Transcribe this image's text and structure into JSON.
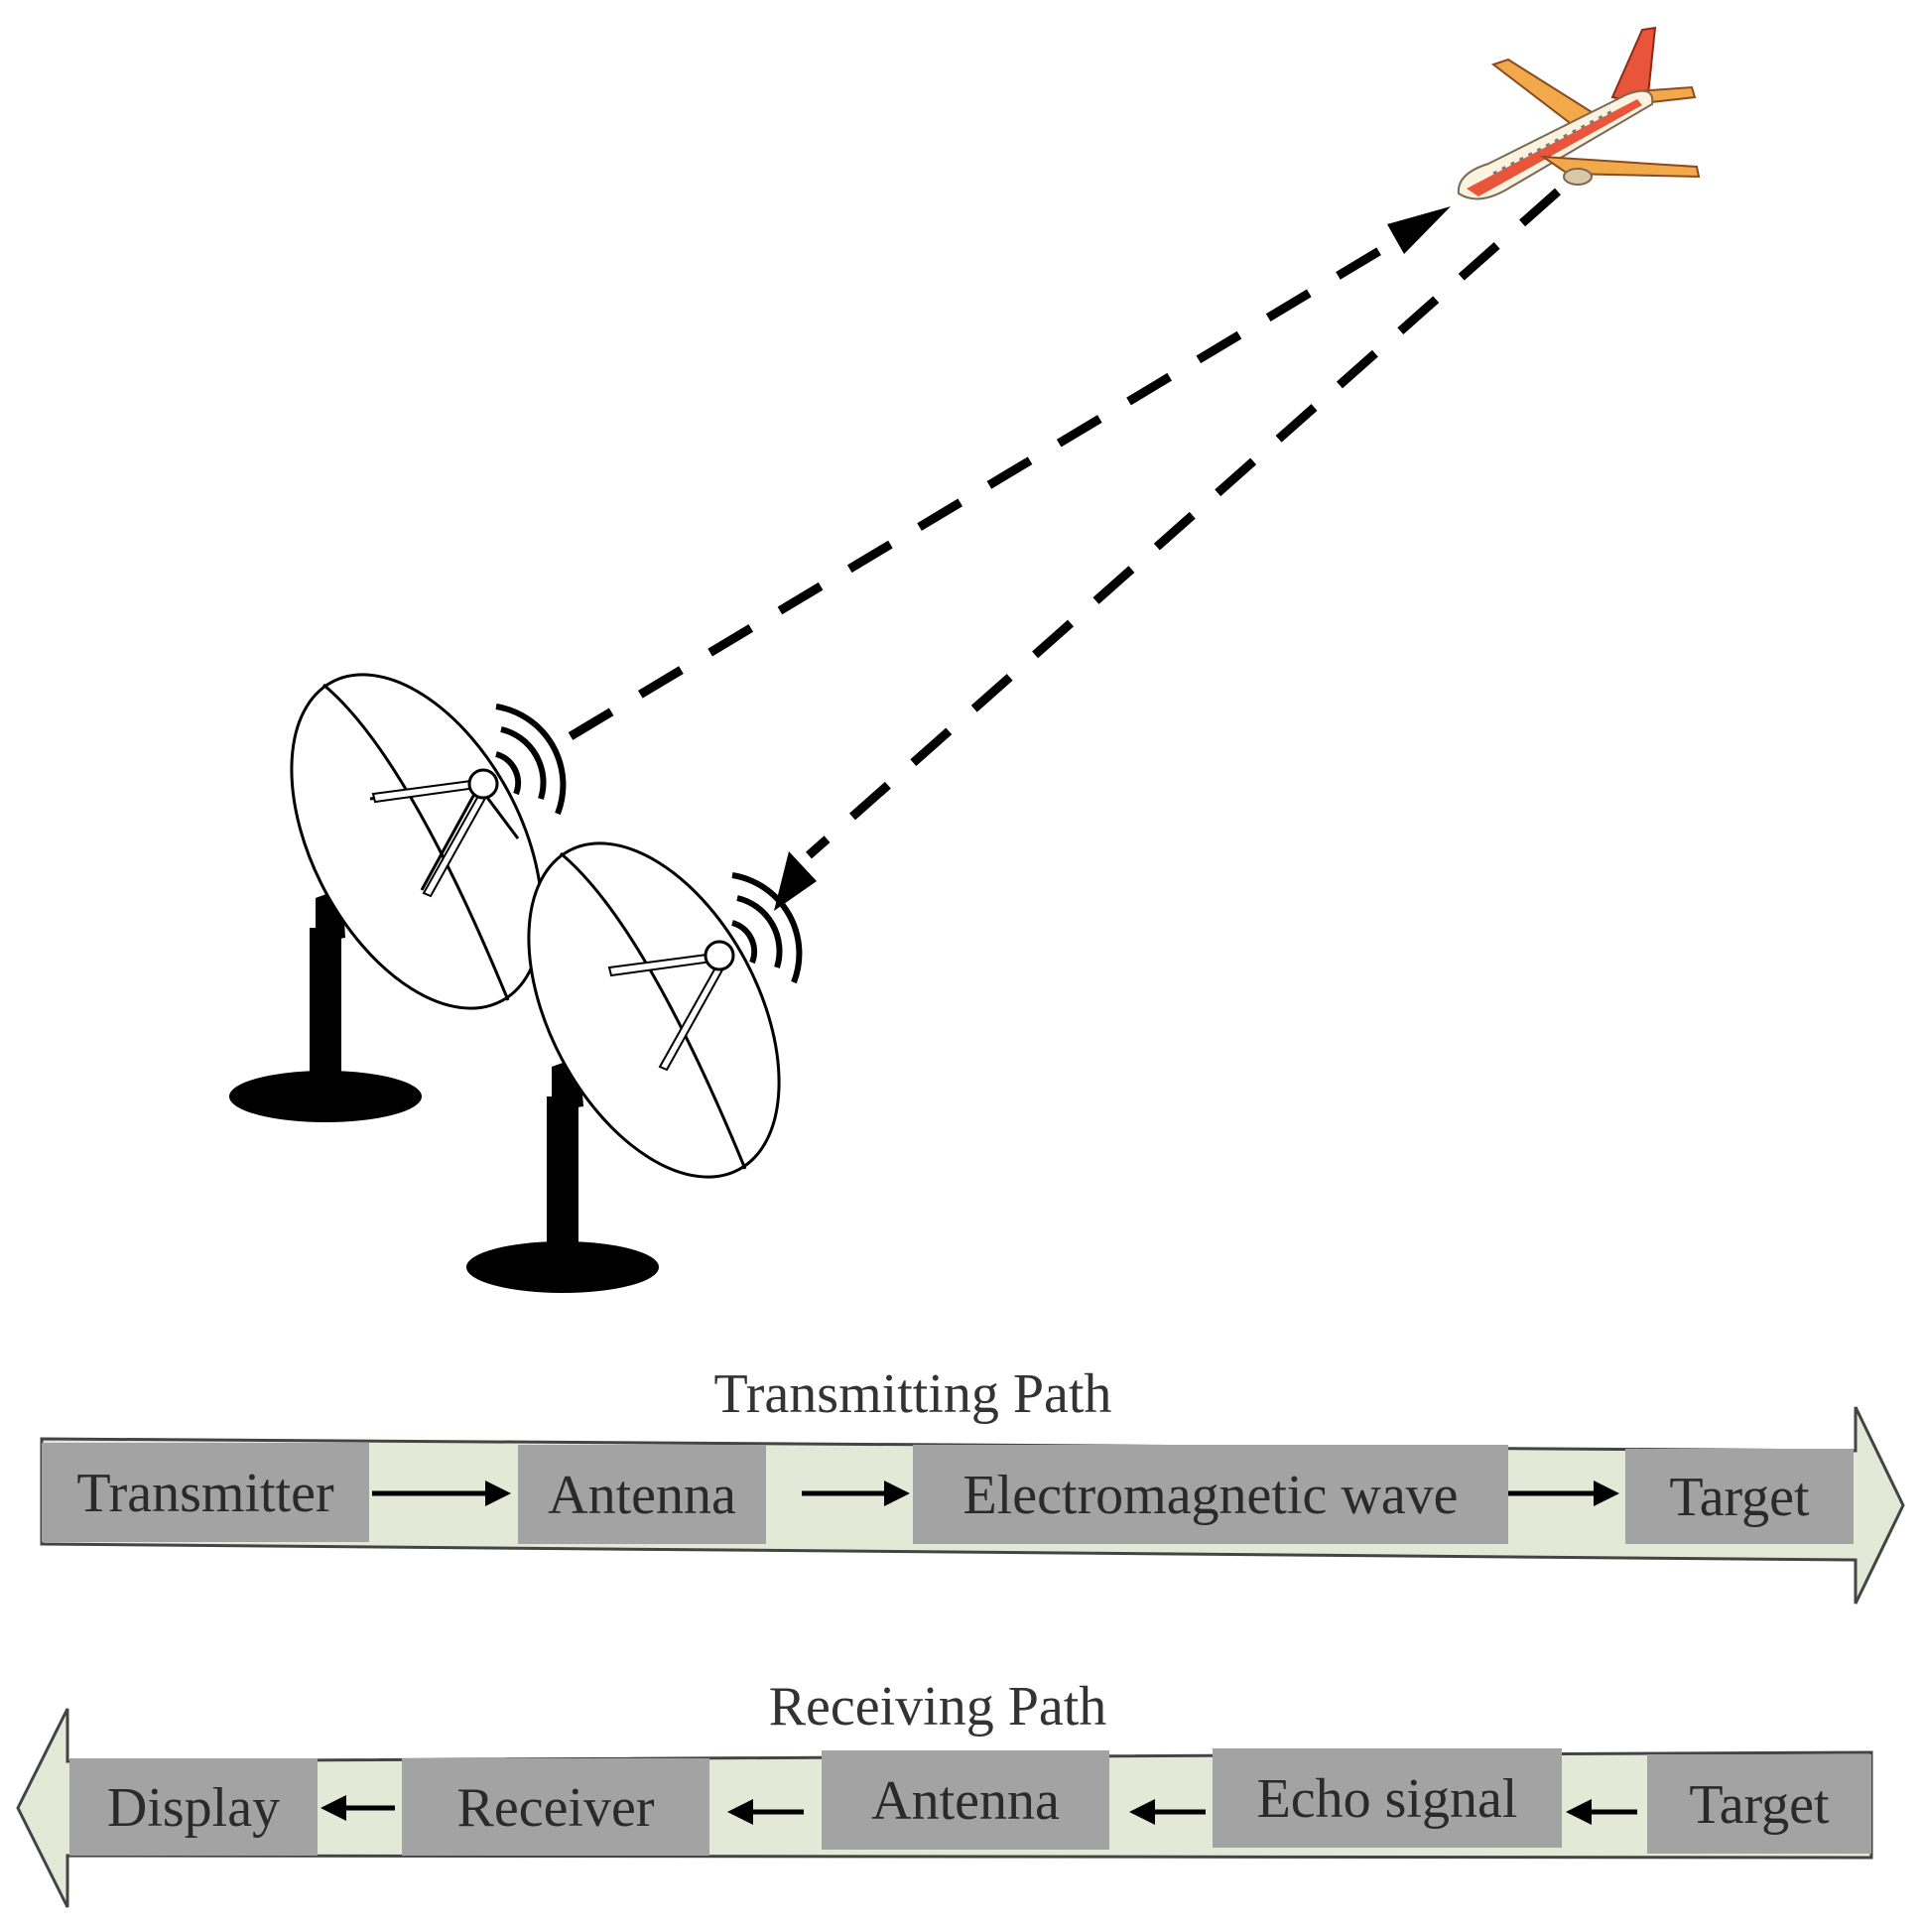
{
  "colors": {
    "box_fill": "#a3a3a3",
    "band_fill": "#e4e8d6",
    "stroke": "#000000",
    "plane_body": "#fbf3df",
    "plane_tail": "#e8553a",
    "plane_wing": "#f1a94a"
  },
  "icons": {
    "transmit_antenna": "radar-dish-icon",
    "receive_antenna": "radar-dish-icon",
    "target": "airplane-icon"
  },
  "transmitting_path": {
    "title": "Transmitting Path",
    "steps": [
      "Transmitter",
      "Antenna",
      "Electromagnetic wave",
      "Target"
    ],
    "direction": "right"
  },
  "receiving_path": {
    "title": "Receiving Path",
    "steps": [
      "Display",
      "Receiver",
      "Antenna",
      "Echo signal",
      "Target"
    ],
    "direction": "left"
  }
}
